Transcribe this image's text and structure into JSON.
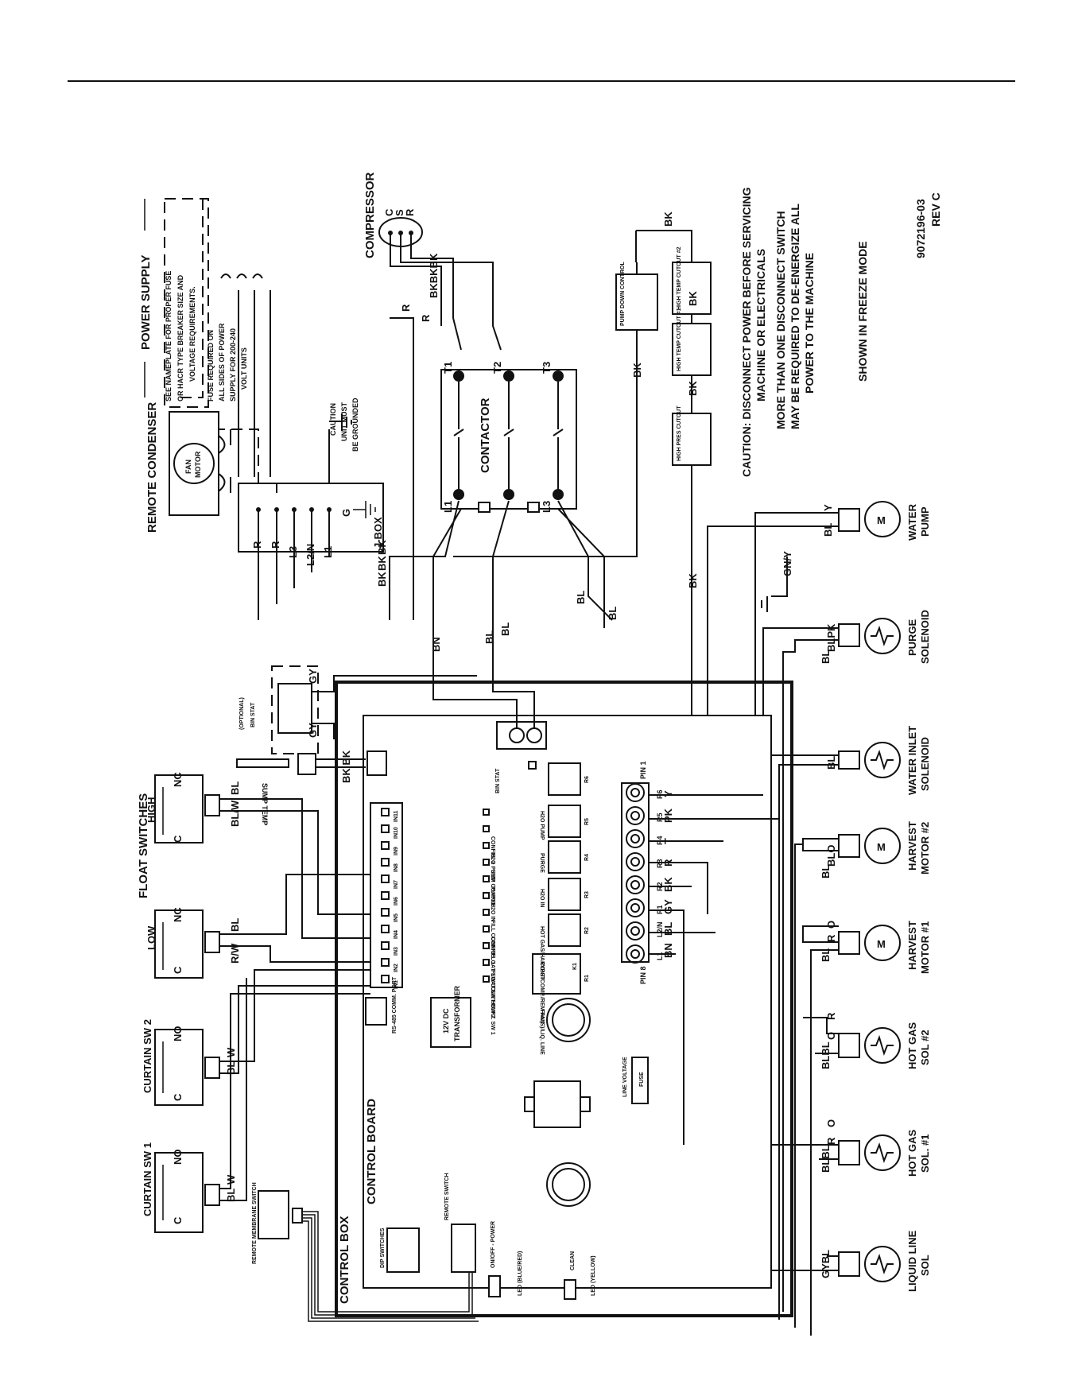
{
  "labels": {
    "remote_condenser": "REMOTE CONDENSER",
    "fan_motor_1": "FAN",
    "fan_motor_2": "MOTOR",
    "jbox": "J-BOX",
    "power_supply": "POWER SUPPLY",
    "power_note_1": "SEE NAMEPLATE FOR PROPER FUSE",
    "power_note_2": "OR HACR TYPE BREAKER SIZE AND",
    "power_note_3": "VOLTAGE REQUIREMENTS.",
    "fuse_note_1": "FUSE REQUIRED ON",
    "fuse_note_2": "ALL SIDES OF POWER",
    "fuse_note_3": "SUPPLY FOR 200-240",
    "fuse_note_4": "VOLT UNITS",
    "ground_note_1": "CAUTION",
    "ground_note_2": "UNIT MUST",
    "ground_note_3": "BE GROUNDED",
    "compressor": "COMPRESSOR",
    "comp_c": "C",
    "comp_s": "S",
    "comp_r": "R",
    "contactor": "CONTACTOR",
    "t1": "T1",
    "t2": "T2",
    "t3": "T3",
    "l1": "L1",
    "l3": "L3",
    "pump_down": "PUMP DOWN CONTROL",
    "high_temp_1": "HIGH TEMP CUTOUT #1",
    "high_temp_2": "HIGH TEMP CUTOUT #2",
    "high_pres": "HIGH PRES CUTOUT",
    "caution_1": "CAUTION: DISCONNECT POWER BEFORE SERVICING",
    "caution_2": "MACHINE OR ELECTRICALS",
    "caution_3": "MORE THAN ONE DISCONNECT SWITCH",
    "caution_4": "MAY BE REQUIRED TO DE-ENERGIZE ALL",
    "caution_5": "POWER TO THE MACHINE",
    "freeze_mode": "SHOWN IN FREEZE MODE",
    "doc_number": "9072196-03",
    "doc_rev": "REV C",
    "water_pump_1": "WATER",
    "water_pump_2": "PUMP",
    "purge_sol_1": "PURGE",
    "purge_sol_2": "SOLENOID",
    "water_inlet_1": "WATER INLET",
    "water_inlet_2": "SOLENOID",
    "harvest2_1": "HARVEST",
    "harvest2_2": "MOTOR #2",
    "harvest1_1": "HARVEST",
    "harvest1_2": "MOTOR #1",
    "hotgas2_1": "HOT GAS",
    "hotgas2_2": "SOL #2",
    "hotgas1_1": "HOT GAS",
    "hotgas1_2": "SOL. #1",
    "liquid_1": "LIQUID LINE",
    "liquid_2": "SOL",
    "float_switches": "FLOAT SWITCHES",
    "high": "HIGH",
    "low": "LOW",
    "curtain_sw2": "CURTAIN SW 2",
    "curtain_sw1": "CURTAIN SW 1",
    "nc": "NC",
    "no": "NO",
    "c": "C",
    "optional_bin_stat_1": "(OPTIONAL)",
    "optional_bin_stat_2": "BIN STAT",
    "sump_temp": "SUMP TEMP",
    "remote_membrane": "REMOTE MEMBRANE SWITCH",
    "control_box": "CONTROL BOX",
    "control_board": "CONTROL BOARD",
    "dip_switches": "DIP SWITCHES",
    "rs485": "RS-485 COMM. PORT",
    "transformer_1": "12V DC",
    "transformer_2": "TRANSFORMER",
    "line_voltage": "LINE VOLTAGE",
    "fuse": "FUSE",
    "remote_switch": "REMOTE SWITCH",
    "on_off": "ON/OFF - POWER",
    "led_blue_red": "LED (BLUE/RED)",
    "clean": "CLEAN",
    "led_yellow": "LED (YELLOW)",
    "bin_stat": "BIN STAT",
    "pin1": "PIN 1",
    "pin8": "PIN 8",
    "opt_fill": "(OPT) FILL",
    "com": "COM",
    "relay_r1": "R1",
    "relay_r2": "R2",
    "relay_r3": "R3",
    "relay_r4": "R4",
    "relay_r5": "R5",
    "relay_r6": "R6",
    "relay_k1": "K1"
  },
  "board_inputs": [
    {
      "pin": "IN1",
      "func": "CURT. SW 1"
    },
    {
      "pin": "IN2",
      "func": "CURT. SW 2"
    },
    {
      "pin": "IN3",
      "func": "FLOAT SW HI"
    },
    {
      "pin": "IN4",
      "func": "FLOAT SW LO"
    },
    {
      "pin": "IN5",
      "func": "CONFIG. 1"
    },
    {
      "pin": "IN6",
      "func": "FILL CONFIG"
    },
    {
      "pin": "IN7",
      "func": "H2O IN"
    },
    {
      "pin": "IN8",
      "func": "PURGE"
    },
    {
      "pin": "IN9",
      "func": "REM CONFIG"
    },
    {
      "pin": "IN10",
      "func": "H2O PUMP"
    },
    {
      "pin": "IN11",
      "func": "CONFIG. 2"
    }
  ],
  "relay_labels": [
    "FAN(S)/LIQ. LINE",
    "CONT/COMP./REM FAN",
    "HOT GAS/HARVEST",
    "H2O IN",
    "PURGE",
    "H2O PUMP"
  ],
  "plug_pins": [
    {
      "pin": "L1",
      "wire": "BN"
    },
    {
      "pin": "L2/N",
      "wire": "BL"
    },
    {
      "pin": "R1",
      "wire": "GY"
    },
    {
      "pin": "R2",
      "wire": "BK"
    },
    {
      "pin": "R3",
      "wire": "R"
    },
    {
      "pin": "R4",
      "wire": "T"
    },
    {
      "pin": "R5",
      "wire": "PK"
    },
    {
      "pin": "R6",
      "wire": "Y"
    }
  ],
  "wire_codes": {
    "r": "R",
    "l3": "L3",
    "l2n": "L2/N",
    "l1": "L1",
    "bk": "BK",
    "bn": "BN",
    "bl": "BL",
    "gy": "GY",
    "gny": "GN/Y",
    "y": "Y",
    "t": "T",
    "pk": "PK",
    "o": "O",
    "w": "W",
    "rw": "R/W",
    "blw": "BL/W",
    "blpk": "BLPK",
    "blo": "BLO",
    "blbl": "BLBL",
    "gybl": "GYBL",
    "bkbkbk": "BKBKBK",
    "bkbk": "BK BK"
  }
}
